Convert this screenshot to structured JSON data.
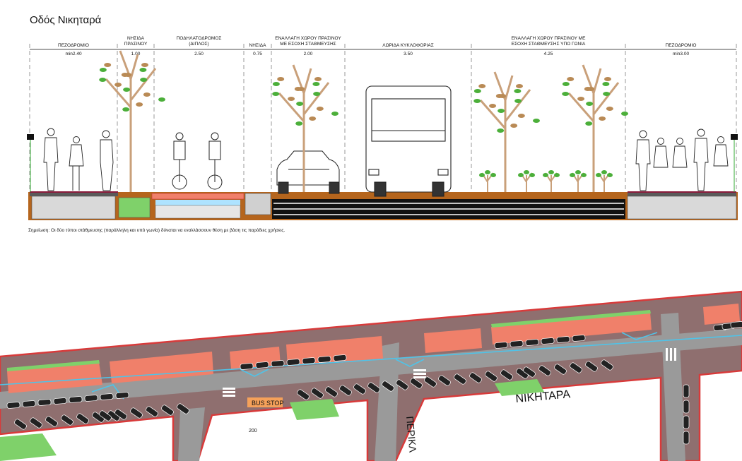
{
  "title": "Οδός Νικηταρά",
  "segments": [
    {
      "l1": "ΠΕΖΟΔΡΟΜΙΟ",
      "l2": "",
      "dim": "min2.40"
    },
    {
      "l1": "ΝΗΣΙΔΑ",
      "l2": "ΠΡΑΣΙΝΟΥ",
      "dim": "1.00"
    },
    {
      "l1": "ΠΟΔΗΛΑΤΟΔΡΟΜΟΣ",
      "l2": "(ΔΙΠΛΟΣ)",
      "dim": "2.50"
    },
    {
      "l1": "ΝΗΣΙΔΑ",
      "l2": "",
      "dim": "0.75"
    },
    {
      "l1": "ΕΝΑΛΛΑΓΗ ΧΩΡΟΥ ΠΡΑΣΙΝΟΥ",
      "l2": "ΜΕ ΕΣΟΧΗ ΣΤΑΘΜΕΥΣΗΣ",
      "dim": "2.00"
    },
    {
      "l1": "ΛΩΡΙΔΑ ΚΥΚΛΟΦΟΡΙΑΣ",
      "l2": "",
      "dim": "3.50"
    },
    {
      "l1": "ΕΝΑΛΛΑΓΗ ΧΩΡΟΥ ΠΡΑΣΙΝΟΥ ΜΕ",
      "l2": "ΕΣΟΧΗ ΣΤΑΘΜΕΥΣΗΣ ΥΠΟ ΓΩΝΙΑ",
      "dim": "4.25"
    },
    {
      "l1": "ΠΕΖΟΔΡΟΜΙΟ",
      "l2": "",
      "dim": "min3.00"
    }
  ],
  "note": "Σημείωση: Οι δύο τύποι στάθμευσης (παράλληλη και υπό γωνία) δύναται να εναλλάσσουν θέση με βάση τις παρόδιες χρήσεις.",
  "plan": {
    "street_label": "ΝΙΚΗΤΑΡΑ",
    "cross_street": "ΠΕΡΙΚΛ",
    "bus_stop": "BUS STOP",
    "bus_num": "200"
  },
  "colors": {
    "road": "#9a9a9a",
    "sidewalk": "#8f6f6f",
    "bike": "#f0806a",
    "green": "#7fd16a",
    "curb": "#d83a3a",
    "crossing": "#4fc3e8",
    "ground": "#b5651d",
    "tree_trunk": "#c9a07a",
    "leaf_green": "#4caf3a",
    "leaf_brown": "#b98a55"
  }
}
